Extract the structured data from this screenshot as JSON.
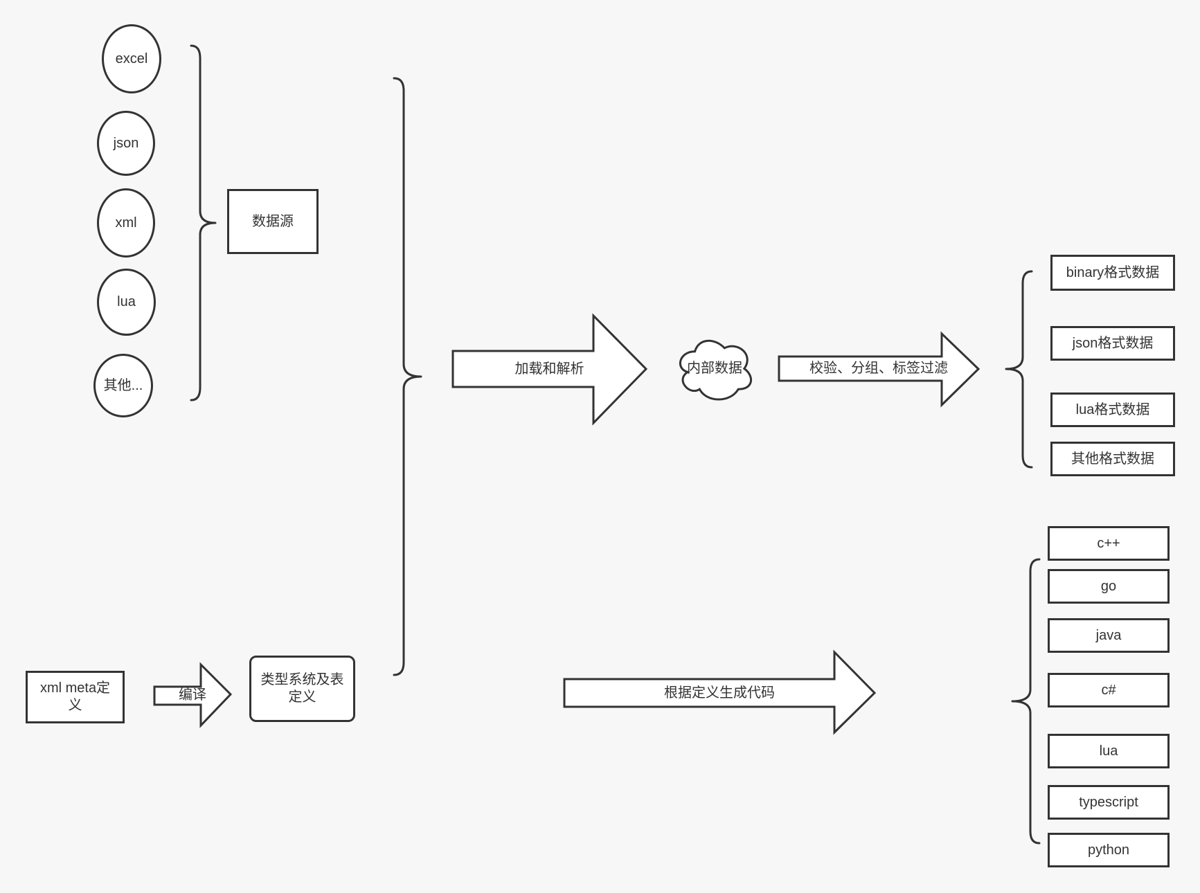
{
  "canvas": {
    "bg": "#f7f7f7",
    "stroke": "#333333",
    "fill": "#ffffff",
    "text": "#333333"
  },
  "sources": {
    "group_label": "数据源",
    "items": [
      "excel",
      "json",
      "xml",
      "lua",
      "其他..."
    ]
  },
  "definition_flow": {
    "xml_meta_box": "xml meta定义",
    "compile_arrow_label": "编译",
    "type_system_box": "类型系统及表定义"
  },
  "process_flow": {
    "load_parse_arrow_label": "加载和解析",
    "internal_data_cloud": "内部数据",
    "filter_arrow_label": "校验、分组、标签过滤",
    "generate_code_arrow_label": "根据定义生成代码"
  },
  "data_format_outputs": [
    "binary格式数据",
    "json格式数据",
    "lua格式数据",
    "其他格式数据"
  ],
  "language_outputs": [
    "c++",
    "go",
    "java",
    "c#",
    "lua",
    "typescript",
    "python"
  ]
}
